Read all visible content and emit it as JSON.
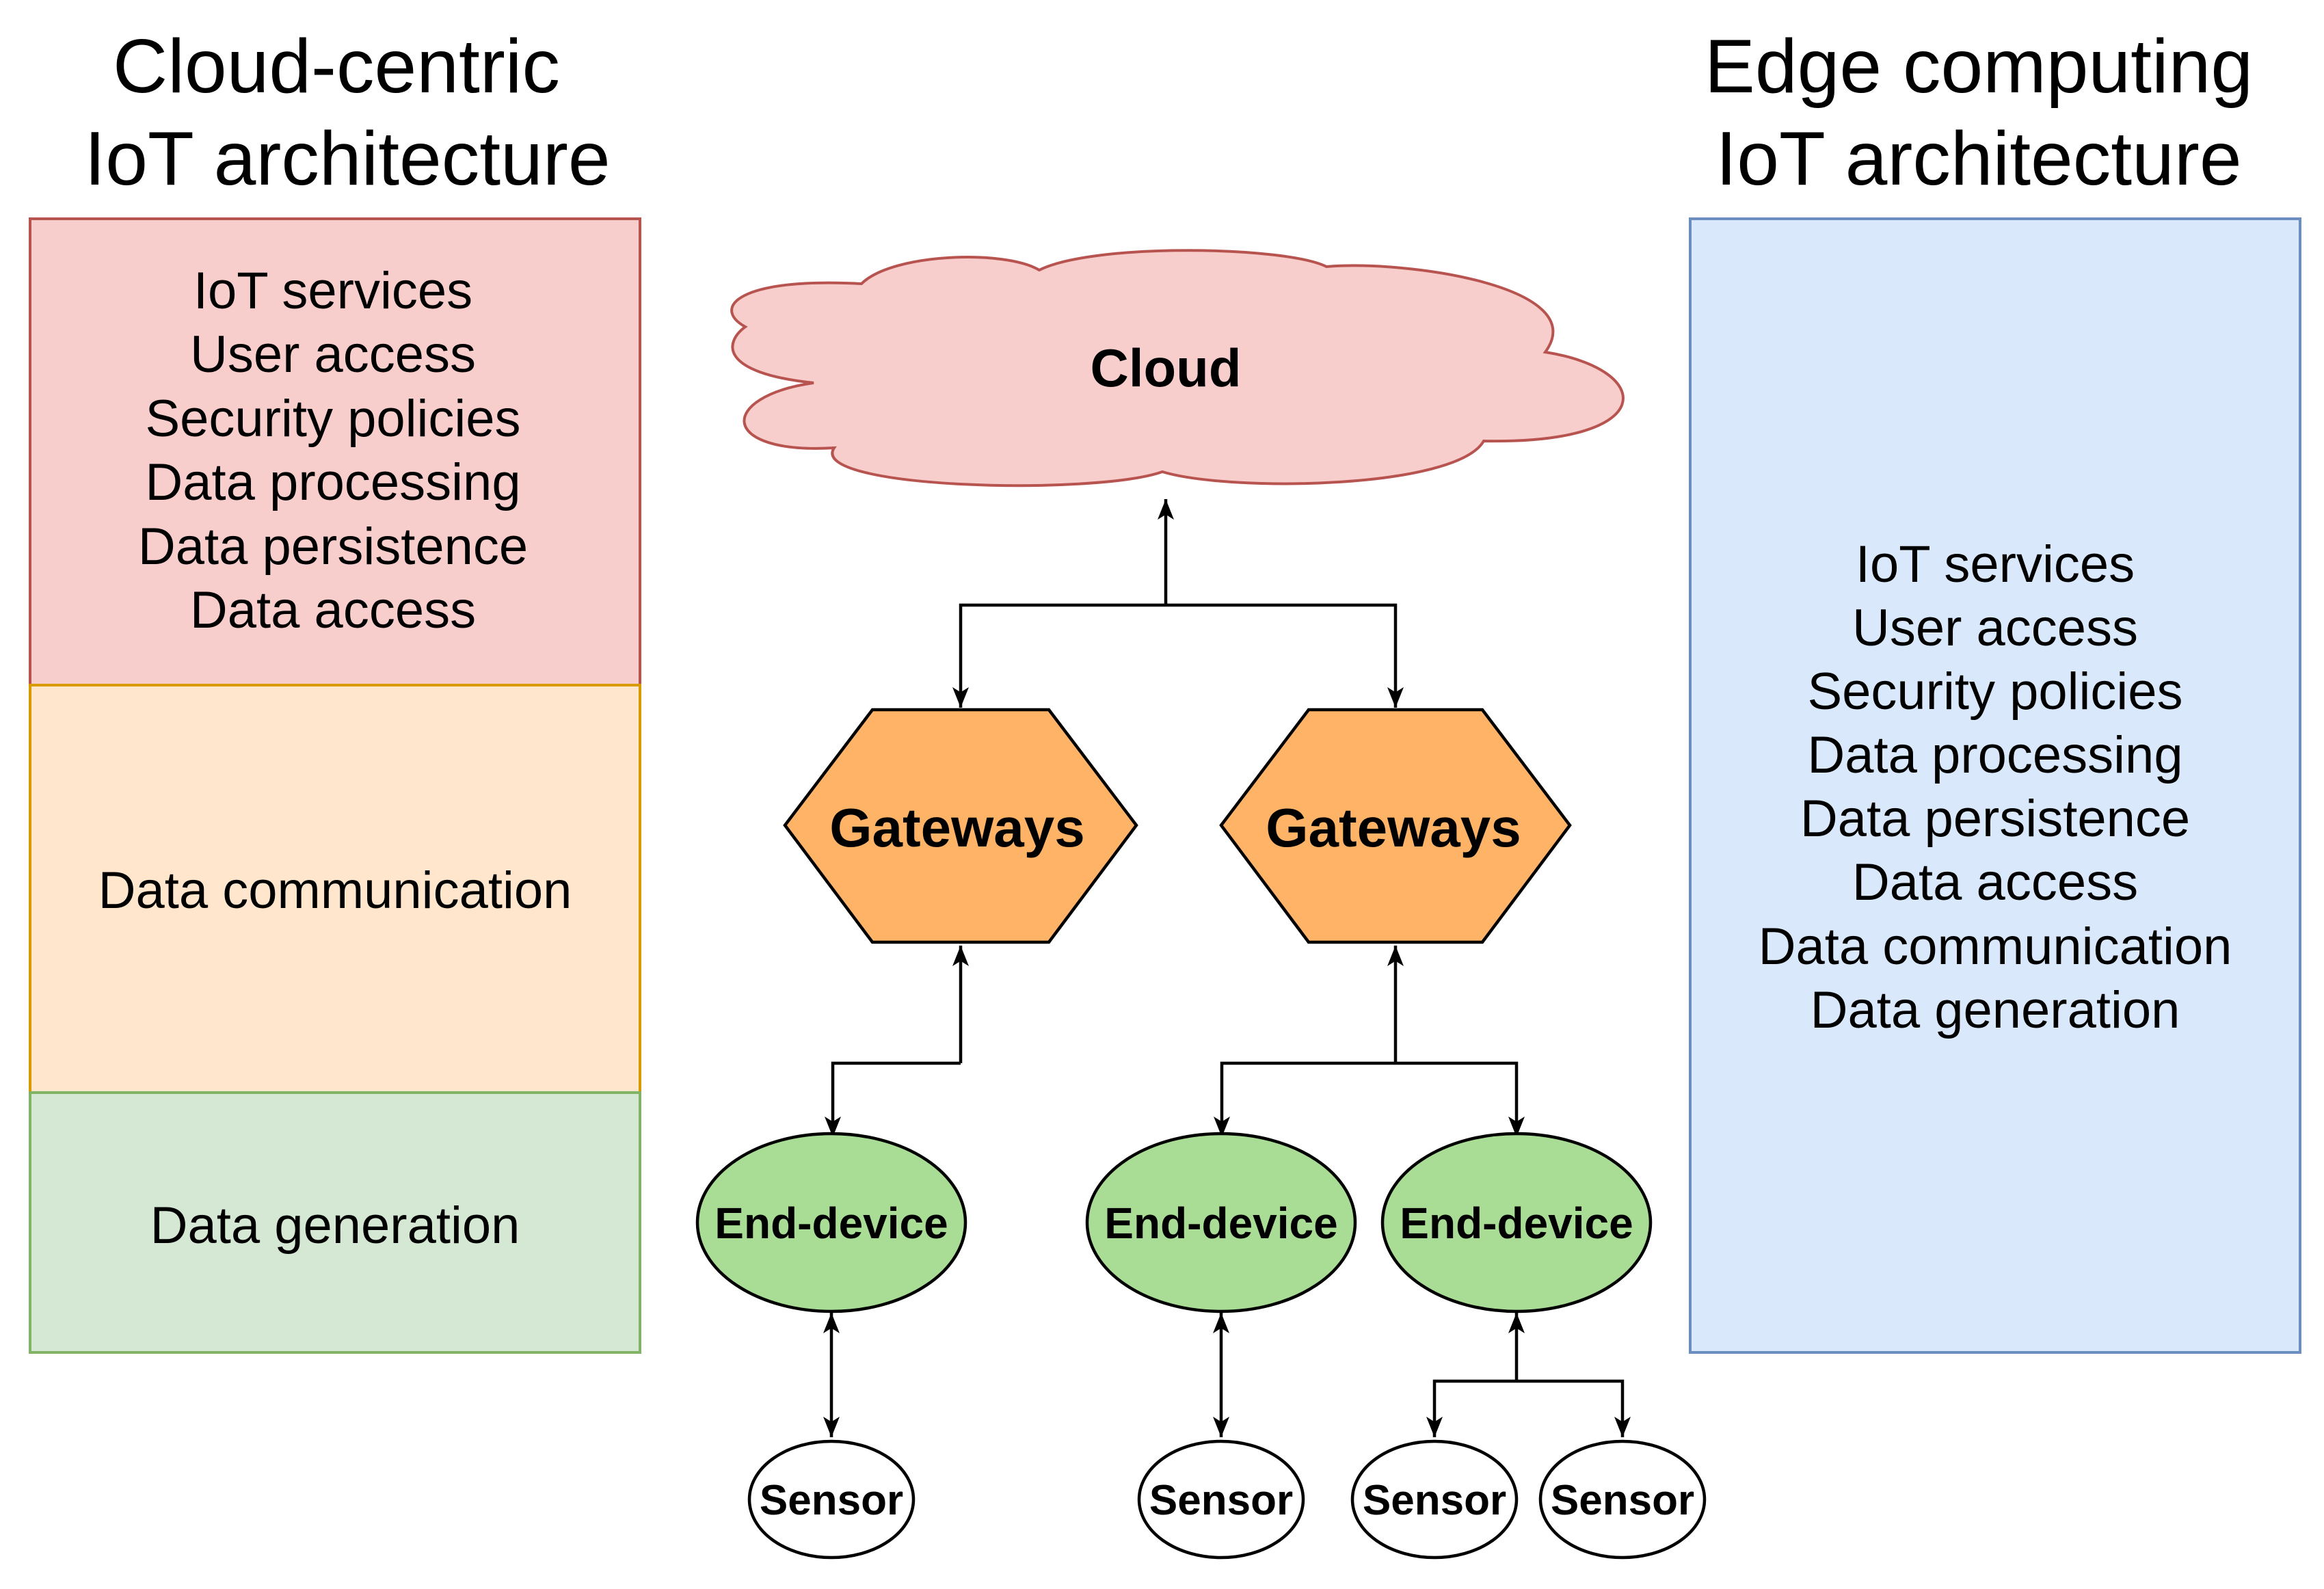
{
  "left_panel": {
    "title_lines": [
      "Cloud-centric",
      "IoT architecture"
    ],
    "top_layer": {
      "items": [
        "IoT services",
        "User access",
        "Security policies",
        "Data processing",
        "Data persistence",
        "Data access"
      ],
      "fill": "#f8cecc",
      "stroke": "#b85450"
    },
    "middle_layer": {
      "label": "Data communication",
      "fill": "#ffe6cc",
      "stroke": "#d79b00"
    },
    "bottom_layer": {
      "label": "Data generation",
      "fill": "#d5e8d4",
      "stroke": "#82b366"
    }
  },
  "right_panel": {
    "title_lines": [
      "Edge computing",
      "IoT architecture"
    ],
    "items": [
      "IoT services",
      "User access",
      "Security policies",
      "Data processing",
      "Data persistence",
      "Data access",
      "Data communication",
      "Data generation"
    ],
    "fill": "#dae8fc",
    "stroke": "#6c8ebf"
  },
  "diagram": {
    "cloud": {
      "label": "Cloud",
      "fill": "#f8cecc",
      "stroke": "#b85450"
    },
    "gateways": [
      {
        "label": "Gateways"
      },
      {
        "label": "Gateways"
      }
    ],
    "gateway_fill": "#ffb366",
    "end_devices": [
      {
        "label": "End-device"
      },
      {
        "label": "End-device"
      },
      {
        "label": "End-device"
      }
    ],
    "end_device_fill": "#a9dc94",
    "sensors": [
      {
        "label": "Sensor"
      },
      {
        "label": "Sensor"
      },
      {
        "label": "Sensor"
      },
      {
        "label": "Sensor"
      }
    ],
    "sensor_fill": "#ffffff"
  }
}
